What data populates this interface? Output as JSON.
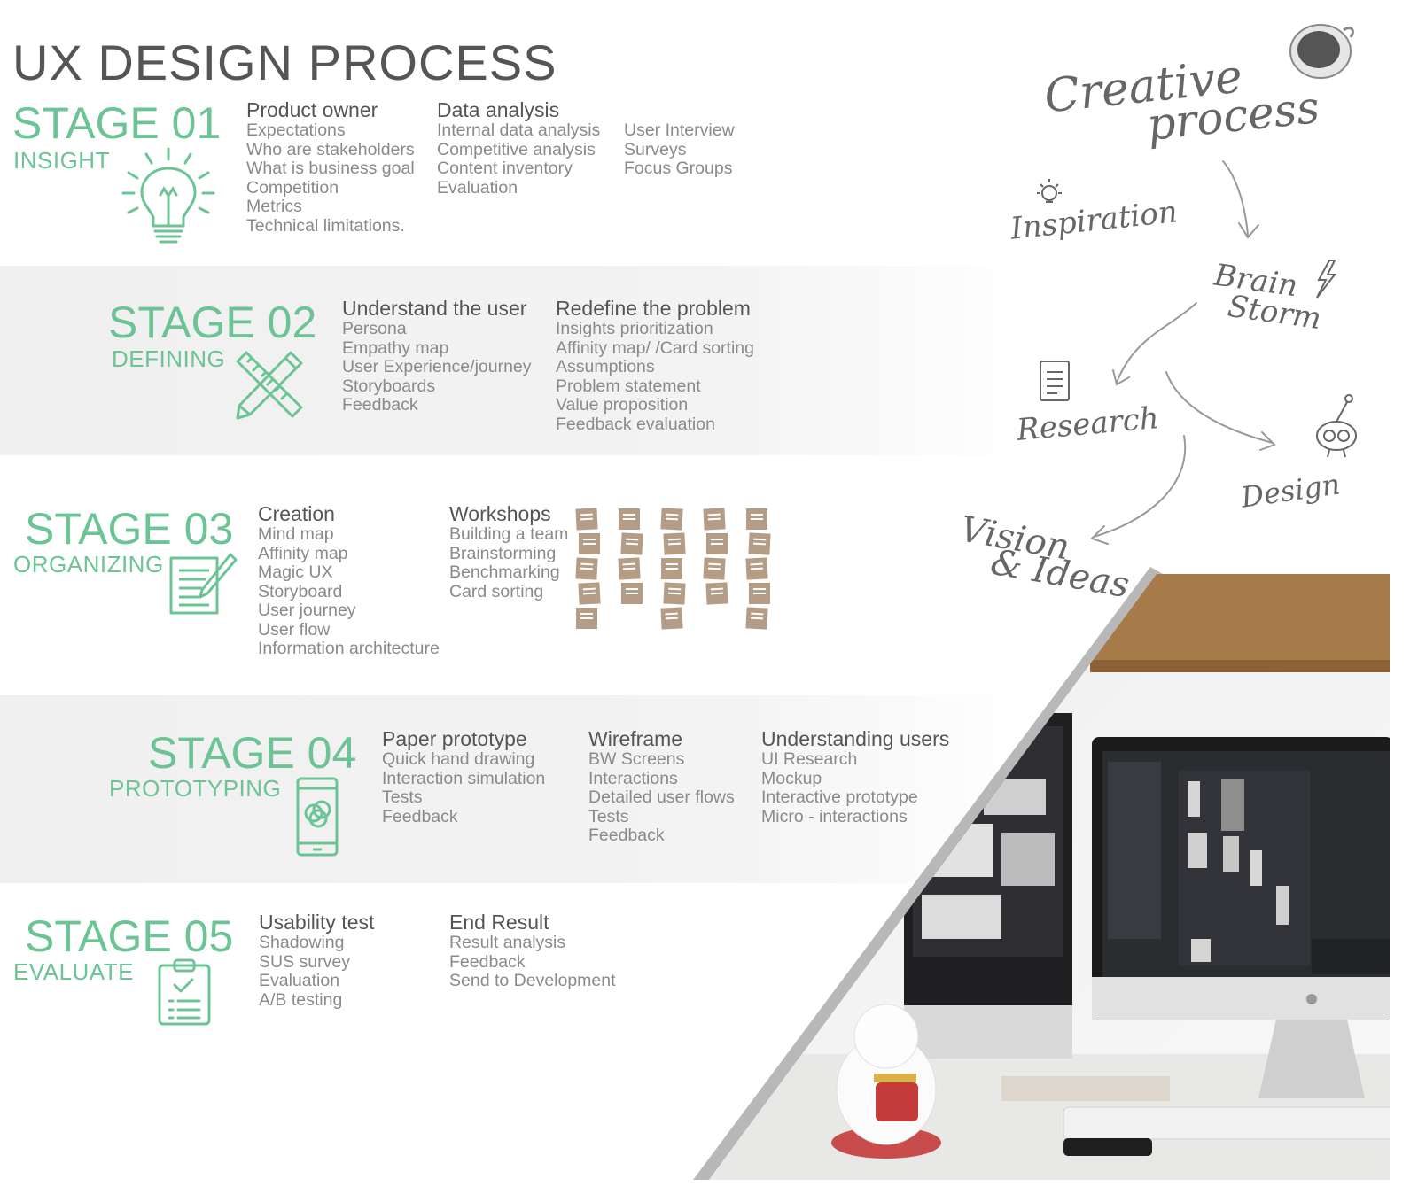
{
  "page_title": "UX DESIGN PROCESS",
  "stages": [
    {
      "title": "STAGE 01",
      "subtitle": "INSIGHT",
      "icon": "lightbulb-icon",
      "columns": [
        {
          "heading": "Product owner",
          "items": [
            "Expectations",
            "Who are stakeholders",
            "What is business goal",
            "Competition",
            "Metrics",
            "Technical limitations."
          ]
        },
        {
          "heading": "Data analysis",
          "items": [
            "Internal data analysis",
            "Competitive analysis",
            "Content inventory",
            "Evaluation"
          ]
        },
        {
          "heading": "",
          "items": [
            "User Interview",
            "Surveys",
            "Focus Groups"
          ]
        }
      ]
    },
    {
      "title": "STAGE 02",
      "subtitle": "DEFINING",
      "icon": "pencil-ruler-icon",
      "columns": [
        {
          "heading": "Understand the user",
          "items": [
            "Persona",
            "Empathy map",
            "User Experience/journey",
            "Storyboards",
            "Feedback"
          ]
        },
        {
          "heading": "Redefine the problem",
          "items": [
            "Insights prioritization",
            "Affinity map/ /Card sorting",
            "Assumptions",
            "Problem statement",
            "Value proposition",
            "Feedback evaluation"
          ]
        }
      ]
    },
    {
      "title": "STAGE 03",
      "subtitle": "ORGANIZING",
      "icon": "document-pen-icon",
      "columns": [
        {
          "heading": "Creation",
          "items": [
            "Mind map",
            "Affinity map",
            "Magic UX",
            "Storyboard",
            "User journey",
            "User flow",
            "Information architecture"
          ]
        },
        {
          "heading": "Workshops",
          "items": [
            "Building a team",
            "Brainstorming",
            "Benchmarking",
            "Card sorting"
          ]
        }
      ]
    },
    {
      "title": "STAGE 04",
      "subtitle": "PROTOTYPING",
      "icon": "smartphone-icon",
      "columns": [
        {
          "heading": "Paper prototype",
          "items": [
            "Quick hand drawing",
            "Interaction simulation",
            "Tests",
            "Feedback"
          ]
        },
        {
          "heading": "Wireframe",
          "items": [
            "BW Screens",
            "Interactions",
            "Detailed user flows",
            "Tests",
            "Feedback"
          ]
        },
        {
          "heading": "Understanding users",
          "items": [
            "UI Research",
            "Mockup",
            "Interactive prototype",
            "Micro - interactions"
          ]
        }
      ]
    },
    {
      "title": "STAGE 05",
      "subtitle": "EVALUATE",
      "icon": "clipboard-check-icon",
      "columns": [
        {
          "heading": "Usability test",
          "items": [
            "Shadowing",
            "SUS survey",
            "Evaluation",
            "A/B testing"
          ]
        },
        {
          "heading": "End Result",
          "items": [
            "Result analysis",
            "Feedback",
            "Send to Development"
          ]
        }
      ]
    }
  ],
  "sketch": {
    "title_line1": "Creative",
    "title_line2": "process",
    "inspiration": "Inspiration",
    "brain": "Brain",
    "storm": "Storm",
    "research": "Research",
    "design": "Design",
    "vision": "Vision",
    "ideas": "& Ideas"
  },
  "colors": {
    "accent": "#6cc495",
    "sticky_note": "#b59c86",
    "text_dark": "#555555",
    "text_light": "#8a8a8a"
  }
}
